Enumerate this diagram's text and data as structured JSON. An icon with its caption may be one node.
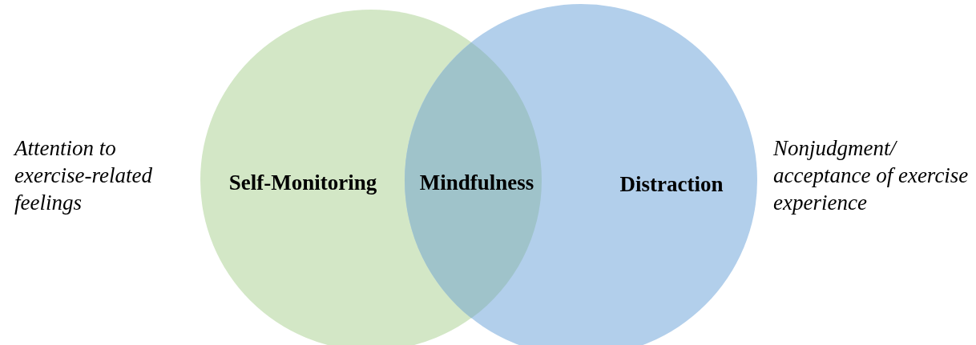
{
  "diagram": {
    "nodes": [
      {
        "text": [
          "Self-Monitoring"
        ]
      },
      {
        "text": [
          "Distraction"
        ]
      },
      {
        "text": [
          "Mindfulness"
        ]
      }
    ],
    "labels": [
      "Attention to exercise-related feelings",
      "Nonjudgment/ acceptance of exercise experience"
    ]
  }
}
